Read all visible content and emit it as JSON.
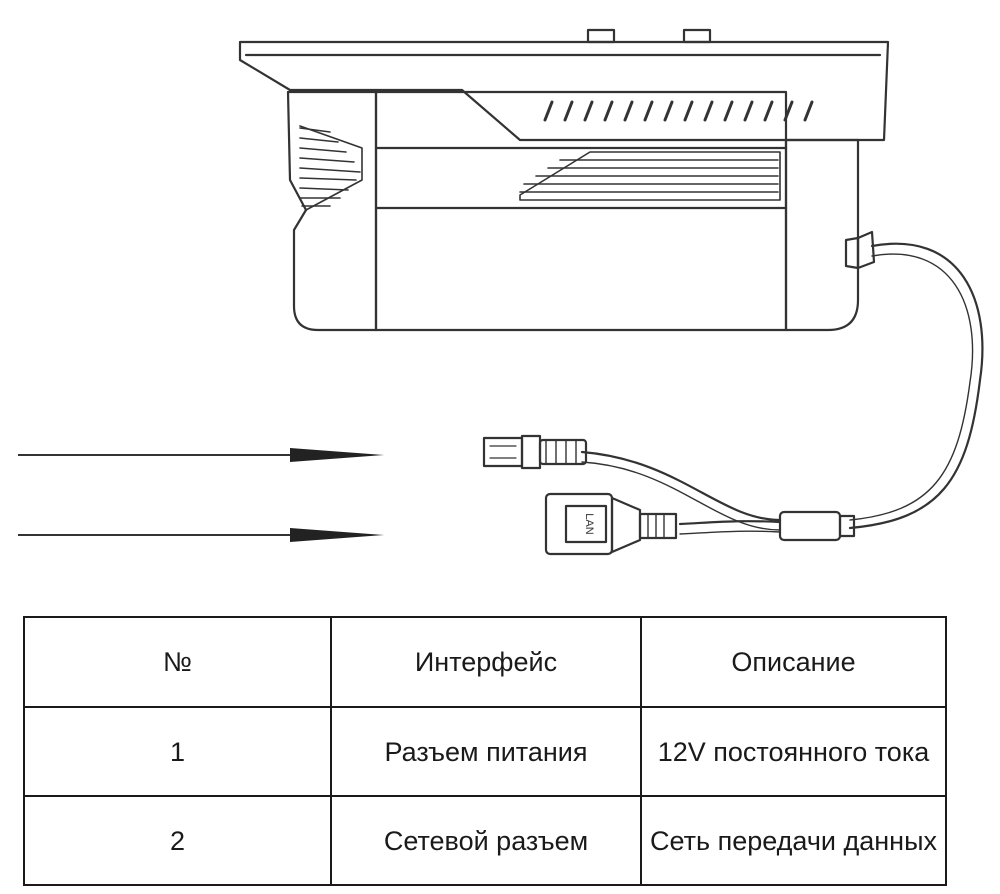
{
  "diagram": {
    "connector_labels": [
      {
        "id": "power-jack",
        "text": ""
      },
      {
        "id": "lan-jack",
        "text": "LAN"
      }
    ]
  },
  "table": {
    "headers": [
      "№",
      "Интерфейс",
      "Описание"
    ],
    "rows": [
      {
        "number": "1",
        "interface": "Разъем питания",
        "description": "12V постоянного тока"
      },
      {
        "number": "2",
        "interface": "Сетевой разъем",
        "description": "Сеть передачи данных"
      }
    ]
  }
}
